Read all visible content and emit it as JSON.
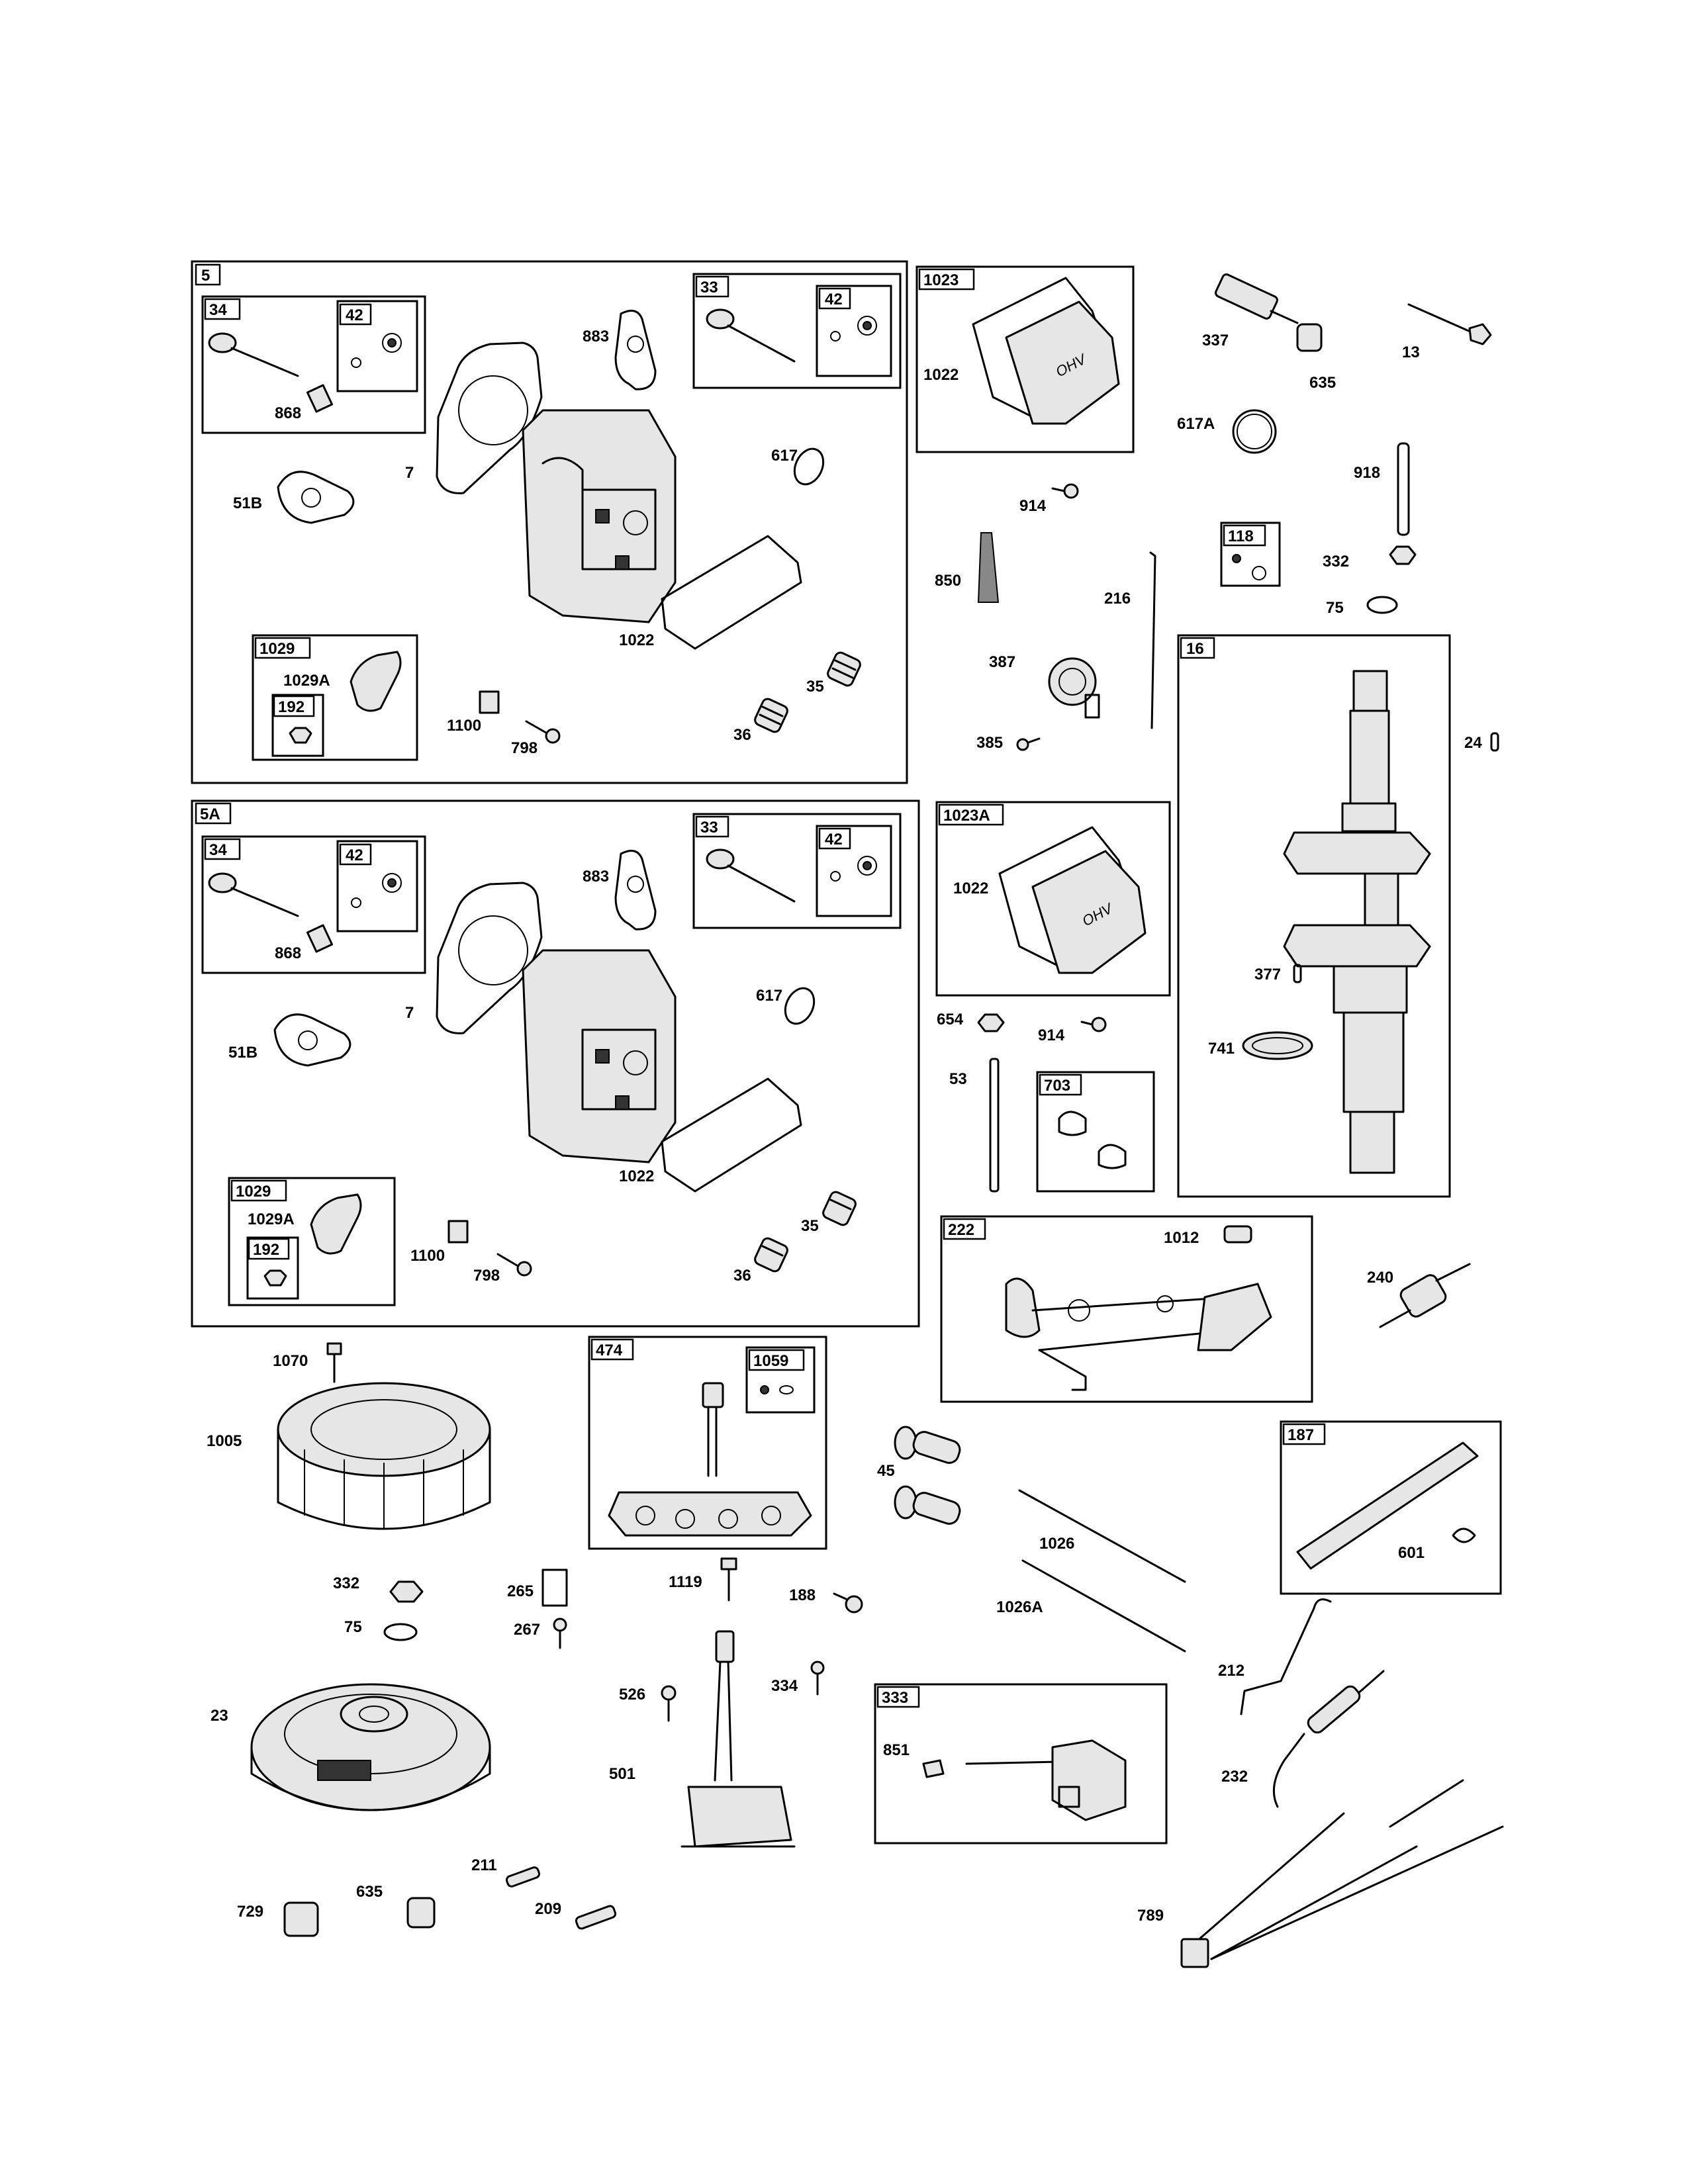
{
  "boxes": [
    {
      "id": "5"
    },
    {
      "id": "34"
    },
    {
      "id": "42"
    },
    {
      "id": "33"
    },
    {
      "id": "42"
    },
    {
      "id": "1029"
    },
    {
      "id": "192"
    },
    {
      "id": "1023"
    },
    {
      "id": "118"
    },
    {
      "id": "16"
    },
    {
      "id": "5A"
    },
    {
      "id": "34"
    },
    {
      "id": "42"
    },
    {
      "id": "33"
    },
    {
      "id": "42"
    },
    {
      "id": "1029"
    },
    {
      "id": "192"
    },
    {
      "id": "1023A"
    },
    {
      "id": "703"
    },
    {
      "id": "222"
    },
    {
      "id": "474"
    },
    {
      "id": "1059"
    },
    {
      "id": "187"
    },
    {
      "id": "333"
    }
  ],
  "labels": [
    "868",
    "883",
    "7",
    "51B",
    "617",
    "1022",
    "1029A",
    "35",
    "36",
    "1100",
    "798",
    "1022",
    "914",
    "850",
    "216",
    "387",
    "385",
    "337",
    "635",
    "13",
    "617A",
    "918",
    "332",
    "75",
    "24",
    "377",
    "741",
    "868",
    "883",
    "7",
    "51B",
    "617",
    "1022",
    "1029A",
    "35",
    "36",
    "1100",
    "798",
    "1022",
    "654",
    "914",
    "53",
    "1012",
    "240",
    "1070",
    "1005",
    "332",
    "75",
    "23",
    "265",
    "267",
    "1119",
    "188",
    "45",
    "1026",
    "1026A",
    "601",
    "526",
    "334",
    "501",
    "851",
    "212",
    "232",
    "211",
    "635",
    "209",
    "729",
    "789"
  ]
}
